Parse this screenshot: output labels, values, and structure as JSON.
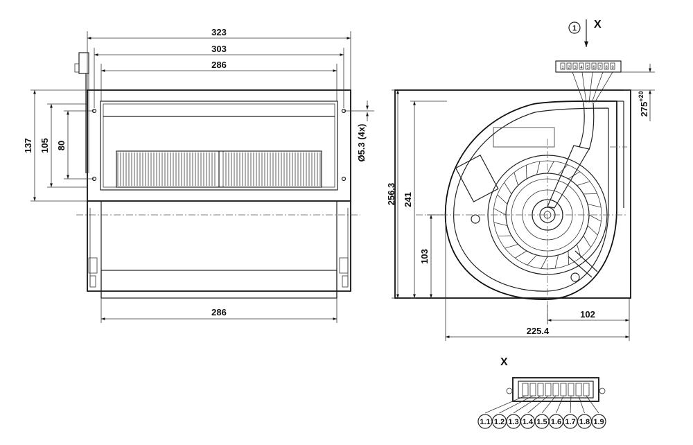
{
  "dimensions": {
    "front": {
      "w323": "323",
      "w303": "303",
      "w286_top": "286",
      "w286_bottom": "286",
      "h137": "137",
      "h105": "105",
      "h80": "80",
      "hole": "Ø5.3 (4x)"
    },
    "side": {
      "h256_3": "256.3",
      "h241": "241",
      "h103": "103",
      "w102": "102",
      "w225_4": "225.4",
      "cable": "275",
      "cable_tol": "+20"
    }
  },
  "view_marker": {
    "number": "1",
    "letter": "X"
  },
  "detail": {
    "title": "X",
    "pins": [
      "1.1",
      "1.2",
      "1.3",
      "1.4",
      "1.5",
      "1.6",
      "1.7",
      "1.8",
      "1.9"
    ],
    "connector_numbers": [
      "1",
      "2",
      "3",
      "4",
      "5",
      "6",
      "7",
      "8",
      "9"
    ]
  }
}
